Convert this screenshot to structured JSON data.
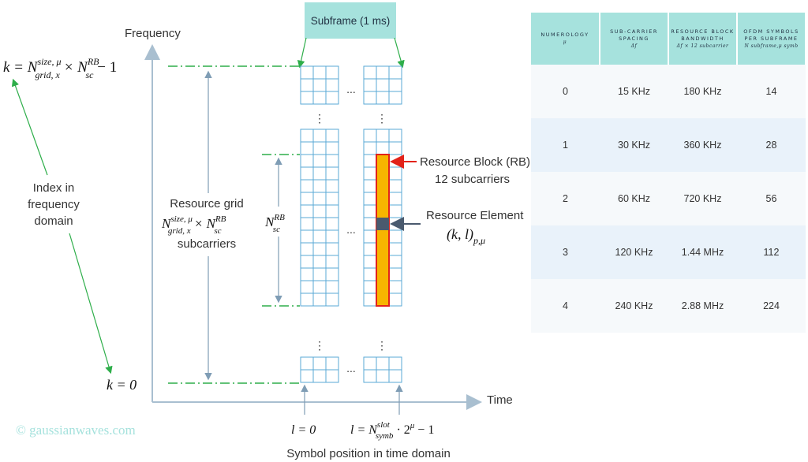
{
  "diagram": {
    "frequency_axis_label": "Frequency",
    "time_axis_label": "Time",
    "subframe_label": "Subframe (1 ms)",
    "k_top": "k = N",
    "k_top_sup": "size, μ",
    "k_top_sub": "grid, x",
    "k_top_mid": " × N",
    "k_top_sup2": "RB",
    "k_top_sub2": "sc",
    "k_top_end": " − 1",
    "k_bottom": "k = 0",
    "index_label_line1": "Index in",
    "index_label_line2": "frequency",
    "index_label_line3": "domain",
    "resource_grid_line1": "Resource grid",
    "resource_grid_n": "N",
    "resource_grid_sup": "size, μ",
    "resource_grid_sub": "grid, x",
    "resource_grid_times": " × N",
    "resource_grid_sup2": "RB",
    "resource_grid_sub2": "sc",
    "resource_grid_line3": "subcarriers",
    "nscrb_n": "N",
    "nscrb_sup": "RB",
    "nscrb_sub": "sc",
    "rb_label_line1": "Resource Block (RB)",
    "rb_label_line2": "12 subcarriers",
    "re_label_line1": "Resource Element",
    "re_label_line2": "(k, l)",
    "re_label_sub": "p,μ",
    "l_zero": "l = 0",
    "l_end_prefix": "l = N",
    "l_end_sup": "slot",
    "l_end_sub": "symb",
    "l_end_suffix": " · 2",
    "l_end_pow": "μ",
    "l_end_tail": " − 1",
    "symbol_position_label": "Symbol position in time domain",
    "ellipsis_h": "...",
    "ellipsis_v": "⋮",
    "watermark": "© gaussianwaves.com"
  },
  "colors": {
    "grid_line": "#5aa9d6",
    "axis": "#a9bfd0",
    "green_dash": "#2eae4a",
    "green_arrow": "#2eae4a",
    "subframe_box": "#a6e2dd",
    "rb_fill": "#f7b500",
    "rb_border": "#e2231a",
    "re_fill": "#4a5a6e",
    "red_arrow": "#e2231a",
    "dark_arrow": "#4a5a6e",
    "watermark": "#a6e2dd"
  },
  "table": {
    "headers": [
      {
        "label": "NUMEROLOGY",
        "sub": "μ"
      },
      {
        "label": "SUB-CARRIER SPACING",
        "sub": "Δf"
      },
      {
        "label": "RESOURCE BLOCK BANDWIDTH",
        "sub": "Δf × 12 subcarrier"
      },
      {
        "label": "OFDM SYMBOLS PER SUBFRAME",
        "sub": "N subframe,μ symb"
      }
    ],
    "rows": [
      [
        "0",
        "15 KHz",
        "180 KHz",
        "14"
      ],
      [
        "1",
        "30 KHz",
        "360 KHz",
        "28"
      ],
      [
        "2",
        "60 KHz",
        "720 KHz",
        "56"
      ],
      [
        "3",
        "120 KHz",
        "1.44 MHz",
        "112"
      ],
      [
        "4",
        "240 KHz",
        "2.88 MHz",
        "224"
      ]
    ]
  }
}
